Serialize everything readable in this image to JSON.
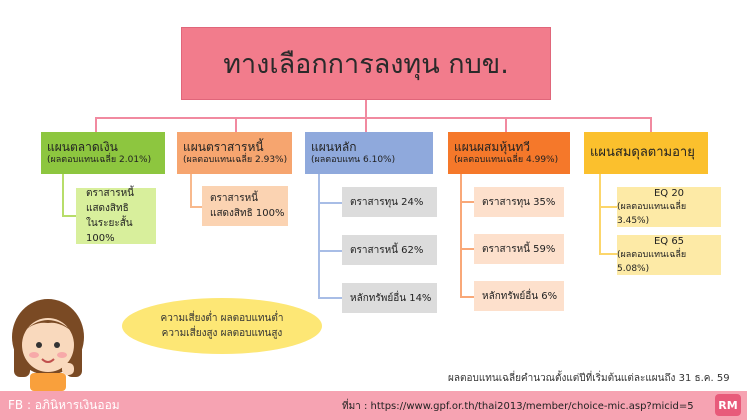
{
  "title": "ทางเลือกการลงทุน กบข.",
  "plans": [
    {
      "name": "แผนตลาดเงิน",
      "return": "(ผลตอบแทนเฉลี่ย 2.01%)",
      "color": "#8dc63f",
      "items": [
        {
          "lines": [
            "ตราสารหนี้",
            "แสดงสิทธิ",
            "ในระยะสั้น 100%"
          ],
          "color": "#d8ef9c"
        }
      ]
    },
    {
      "name": "แผนตราสารหนี้",
      "return": "(ผลตอบแทนเฉลี่ย 2.93%)",
      "color": "#f6a56f",
      "items": [
        {
          "lines": [
            "ตราสารหนี้",
            "แสดงสิทธิ 100%"
          ],
          "color": "#fbd3b2"
        }
      ]
    },
    {
      "name": "แผนหลัก",
      "return": "(ผลตอบแทน 6.10%)",
      "color": "#8fa9dc",
      "items": [
        {
          "lines": [
            "ตราสารทุน 24%"
          ],
          "color": "#dcdcdc"
        },
        {
          "lines": [
            "ตราสารหนี้ 62%"
          ],
          "color": "#dcdcdc"
        },
        {
          "lines": [
            "หลักทรัพย์อื่น 14%"
          ],
          "color": "#dcdcdc"
        }
      ]
    },
    {
      "name": "แผนผสมหุ้นทวี",
      "return": "(ผลตอบแทนเฉลี่ย 4.99%)",
      "color": "#f5782a",
      "items": [
        {
          "lines": [
            "ตราสารทุน 35%"
          ],
          "color": "#fde0cc"
        },
        {
          "lines": [
            "ตราสารหนี้ 59%"
          ],
          "color": "#fde0cc"
        },
        {
          "lines": [
            "หลักทรัพย์อื่น 6%"
          ],
          "color": "#fde0cc"
        }
      ]
    },
    {
      "name": "แผนสมดุลตามอายุ",
      "return": "",
      "color": "#fbc02d",
      "items": [
        {
          "lines": [
            "EQ 20",
            "(ผลตอบแทนเฉลี่ย 3.45%)"
          ],
          "color": "#fdeaa6"
        },
        {
          "lines": [
            "EQ 65",
            "(ผลตอบแทนเฉลี่ย 5.08%)"
          ],
          "color": "#fdeaa6"
        }
      ]
    }
  ],
  "bubble": {
    "line1": "ความเสี่ยงต่ำ ผลตอบแทนต่ำ",
    "line2": "ความเสี่ยงสูง ผลตอบแทนสูง"
  },
  "note": "ผลตอบแทนเฉลี่ยคำนวณตั้งแต่ปีที่เริ่มต้นแต่ละแผนถึง 31 ธ.ค. 59",
  "footer": {
    "left": "FB : อภินิหารเงินออม",
    "source": "ที่มา : https://www.gpf.or.th/thai2013/member/choice-mic.asp?micid=5",
    "logo": "RM"
  }
}
